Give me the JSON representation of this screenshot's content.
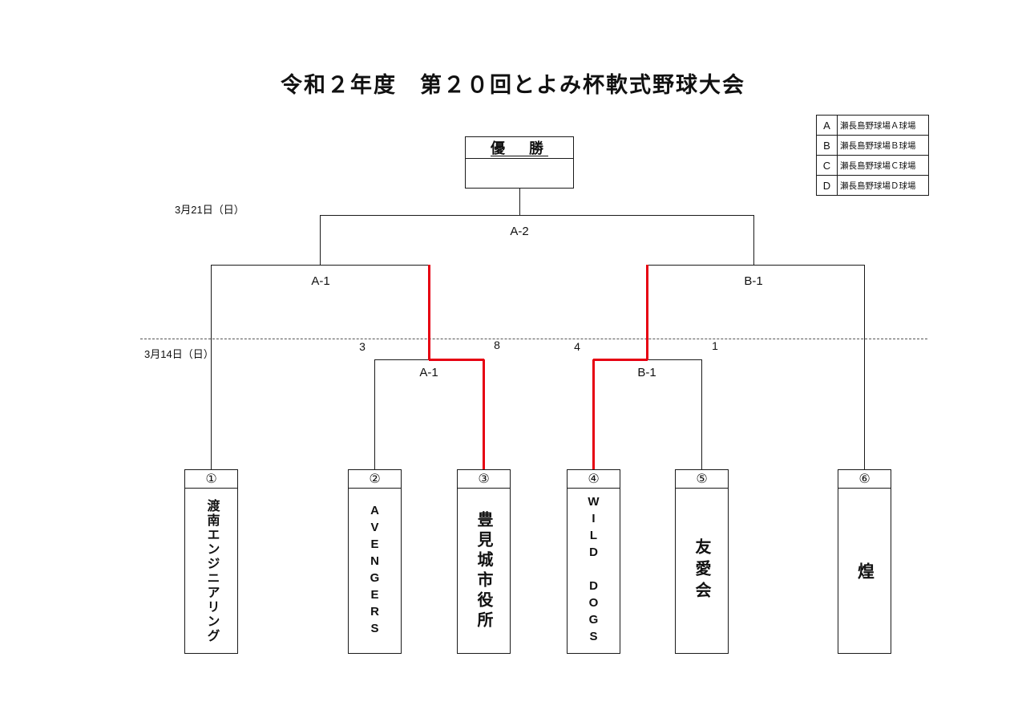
{
  "page": {
    "title": "令和２年度　第２０回とよみ杯軟式野球大会",
    "champion_label": "優　勝"
  },
  "dates": {
    "final_day": "3月21日（日）",
    "first_day": "3月14日（日）"
  },
  "venues": {
    "rows": [
      {
        "key": "A",
        "name": "瀬長島野球場Ａ球場"
      },
      {
        "key": "B",
        "name": "瀬長島野球場Ｂ球場"
      },
      {
        "key": "C",
        "name": "瀬長島野球場Ｃ球場"
      },
      {
        "key": "D",
        "name": "瀬長島野球場Ｄ球場"
      }
    ]
  },
  "bracket": {
    "final": {
      "label": "A-2"
    },
    "semifinals": [
      {
        "label": "A-1"
      },
      {
        "label": "B-1"
      }
    ],
    "first_round": [
      {
        "label": "A-1",
        "home_seed": "②",
        "home_score": "3",
        "away_seed": "③",
        "away_score": "8",
        "winner_seed": "③"
      },
      {
        "label": "B-1",
        "home_seed": "④",
        "home_score": "4",
        "away_seed": "⑤",
        "away_score": "1",
        "winner_seed": "④"
      }
    ]
  },
  "teams": [
    {
      "seed": "①",
      "name": "渡南エンジニアリング"
    },
    {
      "seed": "②",
      "name": "AVENGERS"
    },
    {
      "seed": "③",
      "name": "豊見城市役所"
    },
    {
      "seed": "④",
      "name": "WILD DOGS"
    },
    {
      "seed": "⑤",
      "name": "友愛会"
    },
    {
      "seed": "⑥",
      "name": "煌"
    }
  ],
  "colors": {
    "line": "#1a1a1a",
    "winner_path": "#e60012"
  }
}
